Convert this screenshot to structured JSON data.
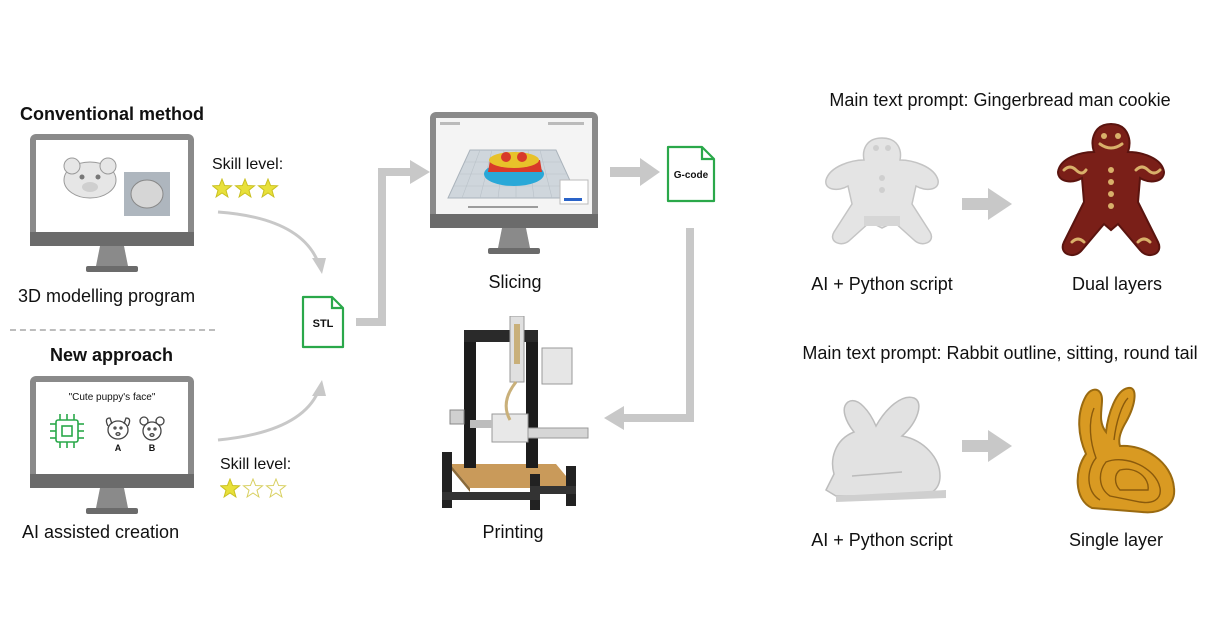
{
  "left": {
    "conventional": {
      "heading": "Conventional method",
      "skill_label": "Skill level:",
      "stars_filled": 3,
      "stars_total": 3,
      "caption": "3D modelling program"
    },
    "ai": {
      "heading": "New approach",
      "screen_prompt": "\"Cute puppy's face\"",
      "option_a": "A",
      "option_b": "B",
      "skill_label": "Skill level:",
      "stars_filled": 1,
      "stars_total": 3,
      "caption": "AI assisted creation"
    }
  },
  "pipeline": {
    "stl_label": "STL",
    "gcode_label": "G-code",
    "slicing_caption": "Slicing",
    "printing_caption": "Printing"
  },
  "right": {
    "top": {
      "prompt": "Main text prompt: Gingerbread man cookie",
      "source_caption": "AI + Python script",
      "result_caption": "Dual layers"
    },
    "bottom": {
      "prompt": "Main text prompt: Rabbit outline, sitting, round tail",
      "source_caption": "AI + Python script",
      "result_caption": "Single layer"
    }
  },
  "colors": {
    "accent_green": "#2aa84a",
    "star_yellow": "#e8e03a",
    "arrow_gray": "#c8c8c8",
    "monitor_dark": "#6b6b6b",
    "cookie_brown": "#7a1f18",
    "rabbit_orange": "#d99a22"
  }
}
